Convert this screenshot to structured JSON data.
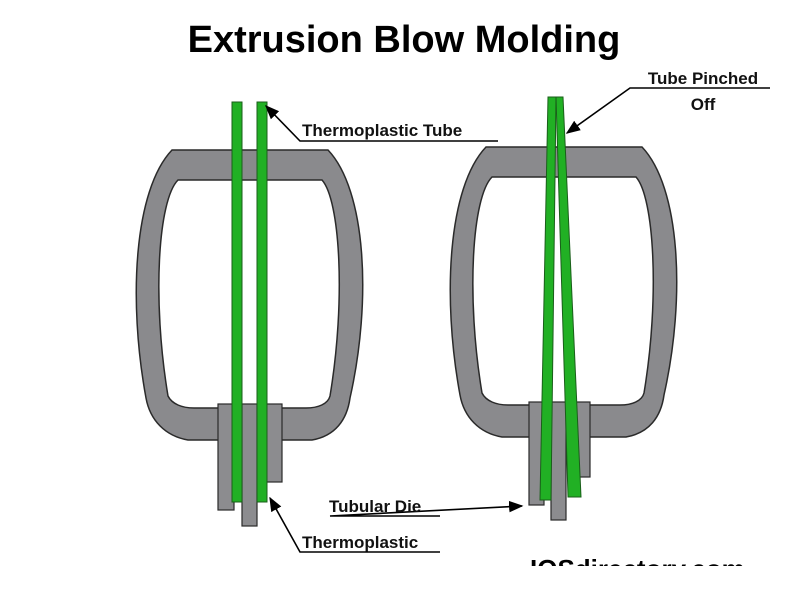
{
  "title": "Extrusion Blow Molding",
  "labels": {
    "thermoplastic_tube": "Thermoplastic Tube",
    "tube_pinched_off_line1": "Tube Pinched",
    "tube_pinched_off_line2": "Off",
    "tubular_die": "Tubular Die",
    "thermoplastic": "Thermoplastic"
  },
  "watermark": "IQSdirectory.com",
  "colors": {
    "mold": "#8a8a8d",
    "mold_outline": "#2a2a2a",
    "tube": "#21b024",
    "die": "#8c8c8f",
    "leader": "#000000"
  }
}
